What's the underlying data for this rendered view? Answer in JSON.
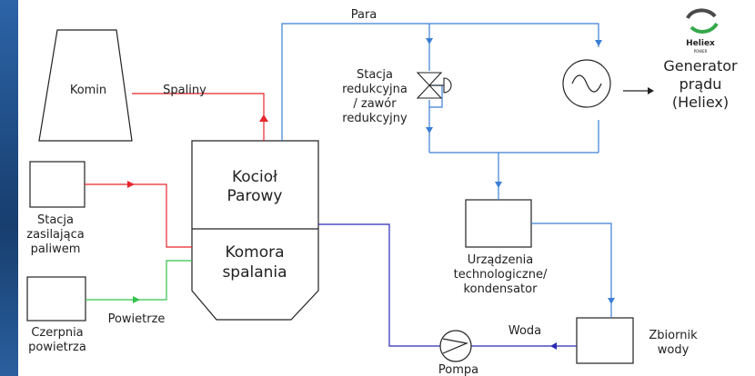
{
  "colors": {
    "steam": "#3b7fd4",
    "flue": "#e8262b",
    "fuel": "#e8262b",
    "air": "#33c24d",
    "water": "#2a2ab5",
    "outline": "#222222",
    "background_strip": "#1f4f8a"
  },
  "labels": {
    "para": "Para",
    "komin": "Komin",
    "spaliny": "Spaliny",
    "kociol_line1": "Kocioł",
    "kociol_line2": "Parowy",
    "komora_line1": "Komora",
    "komora_line2": "spalania",
    "stacja_zas_line1": "Stacja",
    "stacja_zas_line2": "zasilająca",
    "stacja_zas_line3": "paliwem",
    "czerpnia_line1": "Czerpnia",
    "czerpnia_line2": "powietrza",
    "powietrze": "Powietrze",
    "stacja_red_line1": "Stacja",
    "stacja_red_line2": "redukcyjna",
    "stacja_red_line3": "/ zawór",
    "stacja_red_line4": "redukcyjny",
    "generator_line1": "Generator",
    "generator_line2": "prądu",
    "generator_line3": "(Heliex)",
    "urzadzenia_line1": "Urządzenia",
    "urzadzenia_line2": "technologiczne/",
    "urzadzenia_line3": "kondensator",
    "zbiornik_line1": "Zbiornik",
    "zbiornik_line2": "wody",
    "woda": "Woda",
    "pompa": "Pompa"
  },
  "logo": {
    "name": "Heliex",
    "tagline": "POWER"
  }
}
